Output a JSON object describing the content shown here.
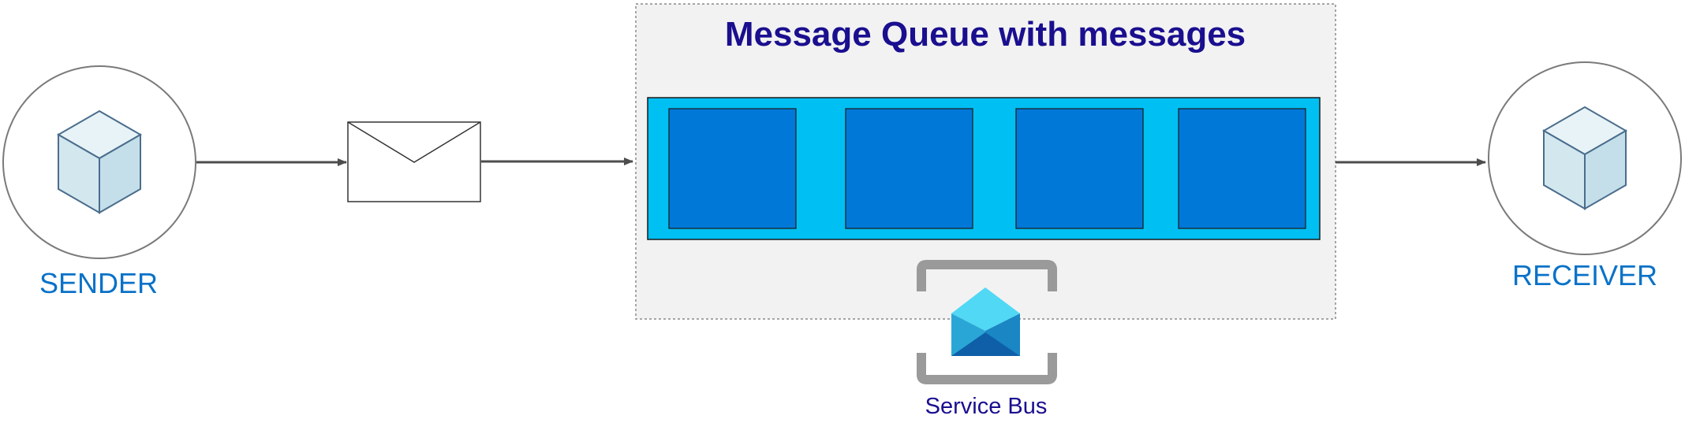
{
  "queue": {
    "title": "Message Queue with messages",
    "message_count": 4
  },
  "sender": {
    "label": "SENDER",
    "icon": "cube-icon"
  },
  "receiver": {
    "label": "RECEIVER",
    "icon": "cube-icon"
  },
  "message": {
    "icon": "envelope-icon"
  },
  "service": {
    "label": "Service Bus",
    "icon": "service-bus-icon"
  },
  "colors": {
    "title": "#1a0f8f",
    "label": "#0a72c8",
    "service_label": "#1a0f8f",
    "queue_bg": "#00bff3",
    "message_fill": "#0078d7",
    "container_bg": "#f2f2f2",
    "cube_fill": "#d9ecf2",
    "cube_stroke": "#4a6d8c",
    "arrow": "#4d4d4d",
    "node_ring": "#7a7a7a"
  }
}
